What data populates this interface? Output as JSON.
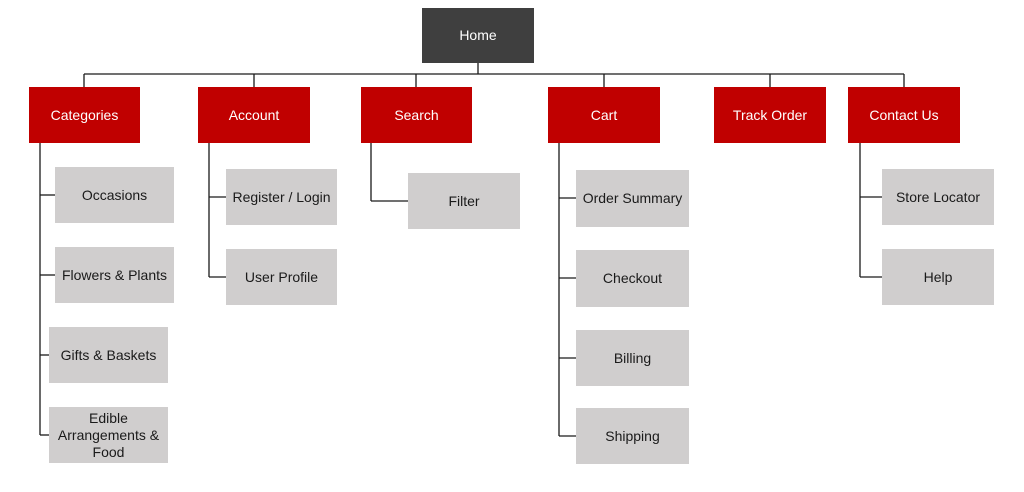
{
  "root": {
    "label": "Home"
  },
  "branches": [
    {
      "label": "Categories",
      "children": [
        "Occasions",
        "Flowers & Plants",
        "Gifts & Baskets",
        "Edible Arrangements & Food"
      ]
    },
    {
      "label": "Account",
      "children": [
        "Register / Login",
        "User Profile"
      ]
    },
    {
      "label": "Search",
      "children": [
        "Filter"
      ]
    },
    {
      "label": "Cart",
      "children": [
        "Order Summary",
        "Checkout",
        "Billing",
        "Shipping"
      ]
    },
    {
      "label": "Track Order",
      "children": []
    },
    {
      "label": "Contact Us",
      "children": [
        "Store Locator",
        "Help"
      ]
    }
  ],
  "colors": {
    "root": "#3f3f3f",
    "category": "#c00000",
    "subpage": "#d0cece",
    "connector": "#1a1a1a"
  }
}
